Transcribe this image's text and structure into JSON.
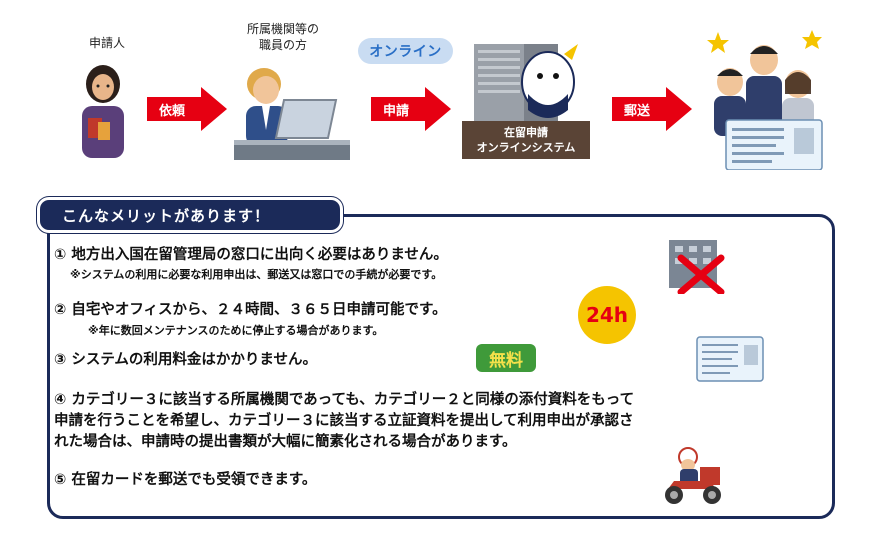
{
  "flow": {
    "applicant_label": "申請人",
    "staff_label_1": "所属機関等の",
    "staff_label_2": "職員の方",
    "arrow_request": "依頼",
    "online_badge": "オンライン",
    "arrow_apply": "申請",
    "system_label_1": "在留申請",
    "system_label_2": "オンラインシステム",
    "arrow_mail": "郵送"
  },
  "merits": {
    "heading": "こんなメリットがあります！",
    "item1": "① 地方出入国在留管理局の窓口に出向く必要はありません。",
    "item1_note": "※システムの利用に必要な利用申出は、郵送又は窓口での手続が必要です。",
    "item2": "② 自宅やオフィスから、２４時間、３６５日申請可能です。",
    "item2_note": "※年に数回メンテナンスのために停止する場合があります。",
    "item3": "③ システムの利用料金はかかりません。",
    "item4_line1": "④ カテゴリー３に該当する所属機関であっても、カテゴリー２と同様の添付資料をもって",
    "item4_line2": "申請を行うことを希望し、カテゴリー３に該当する立証資料を提出して利用申出が承認さ",
    "item4_line3": "れた場合は、申請時の提出書類が大幅に簡素化される場合があります。",
    "item5": "⑤ 在留カードを郵送でも受領できます。",
    "badge_24h": "24h",
    "badge_free": "無料"
  },
  "colors": {
    "arrow_red": "#e60012",
    "navy": "#1b2a59",
    "online_blue": "#2a6fc6",
    "system_brown": "#5a4436",
    "free_green": "#3f9a3a",
    "badge_yellow": "#f5c400"
  }
}
